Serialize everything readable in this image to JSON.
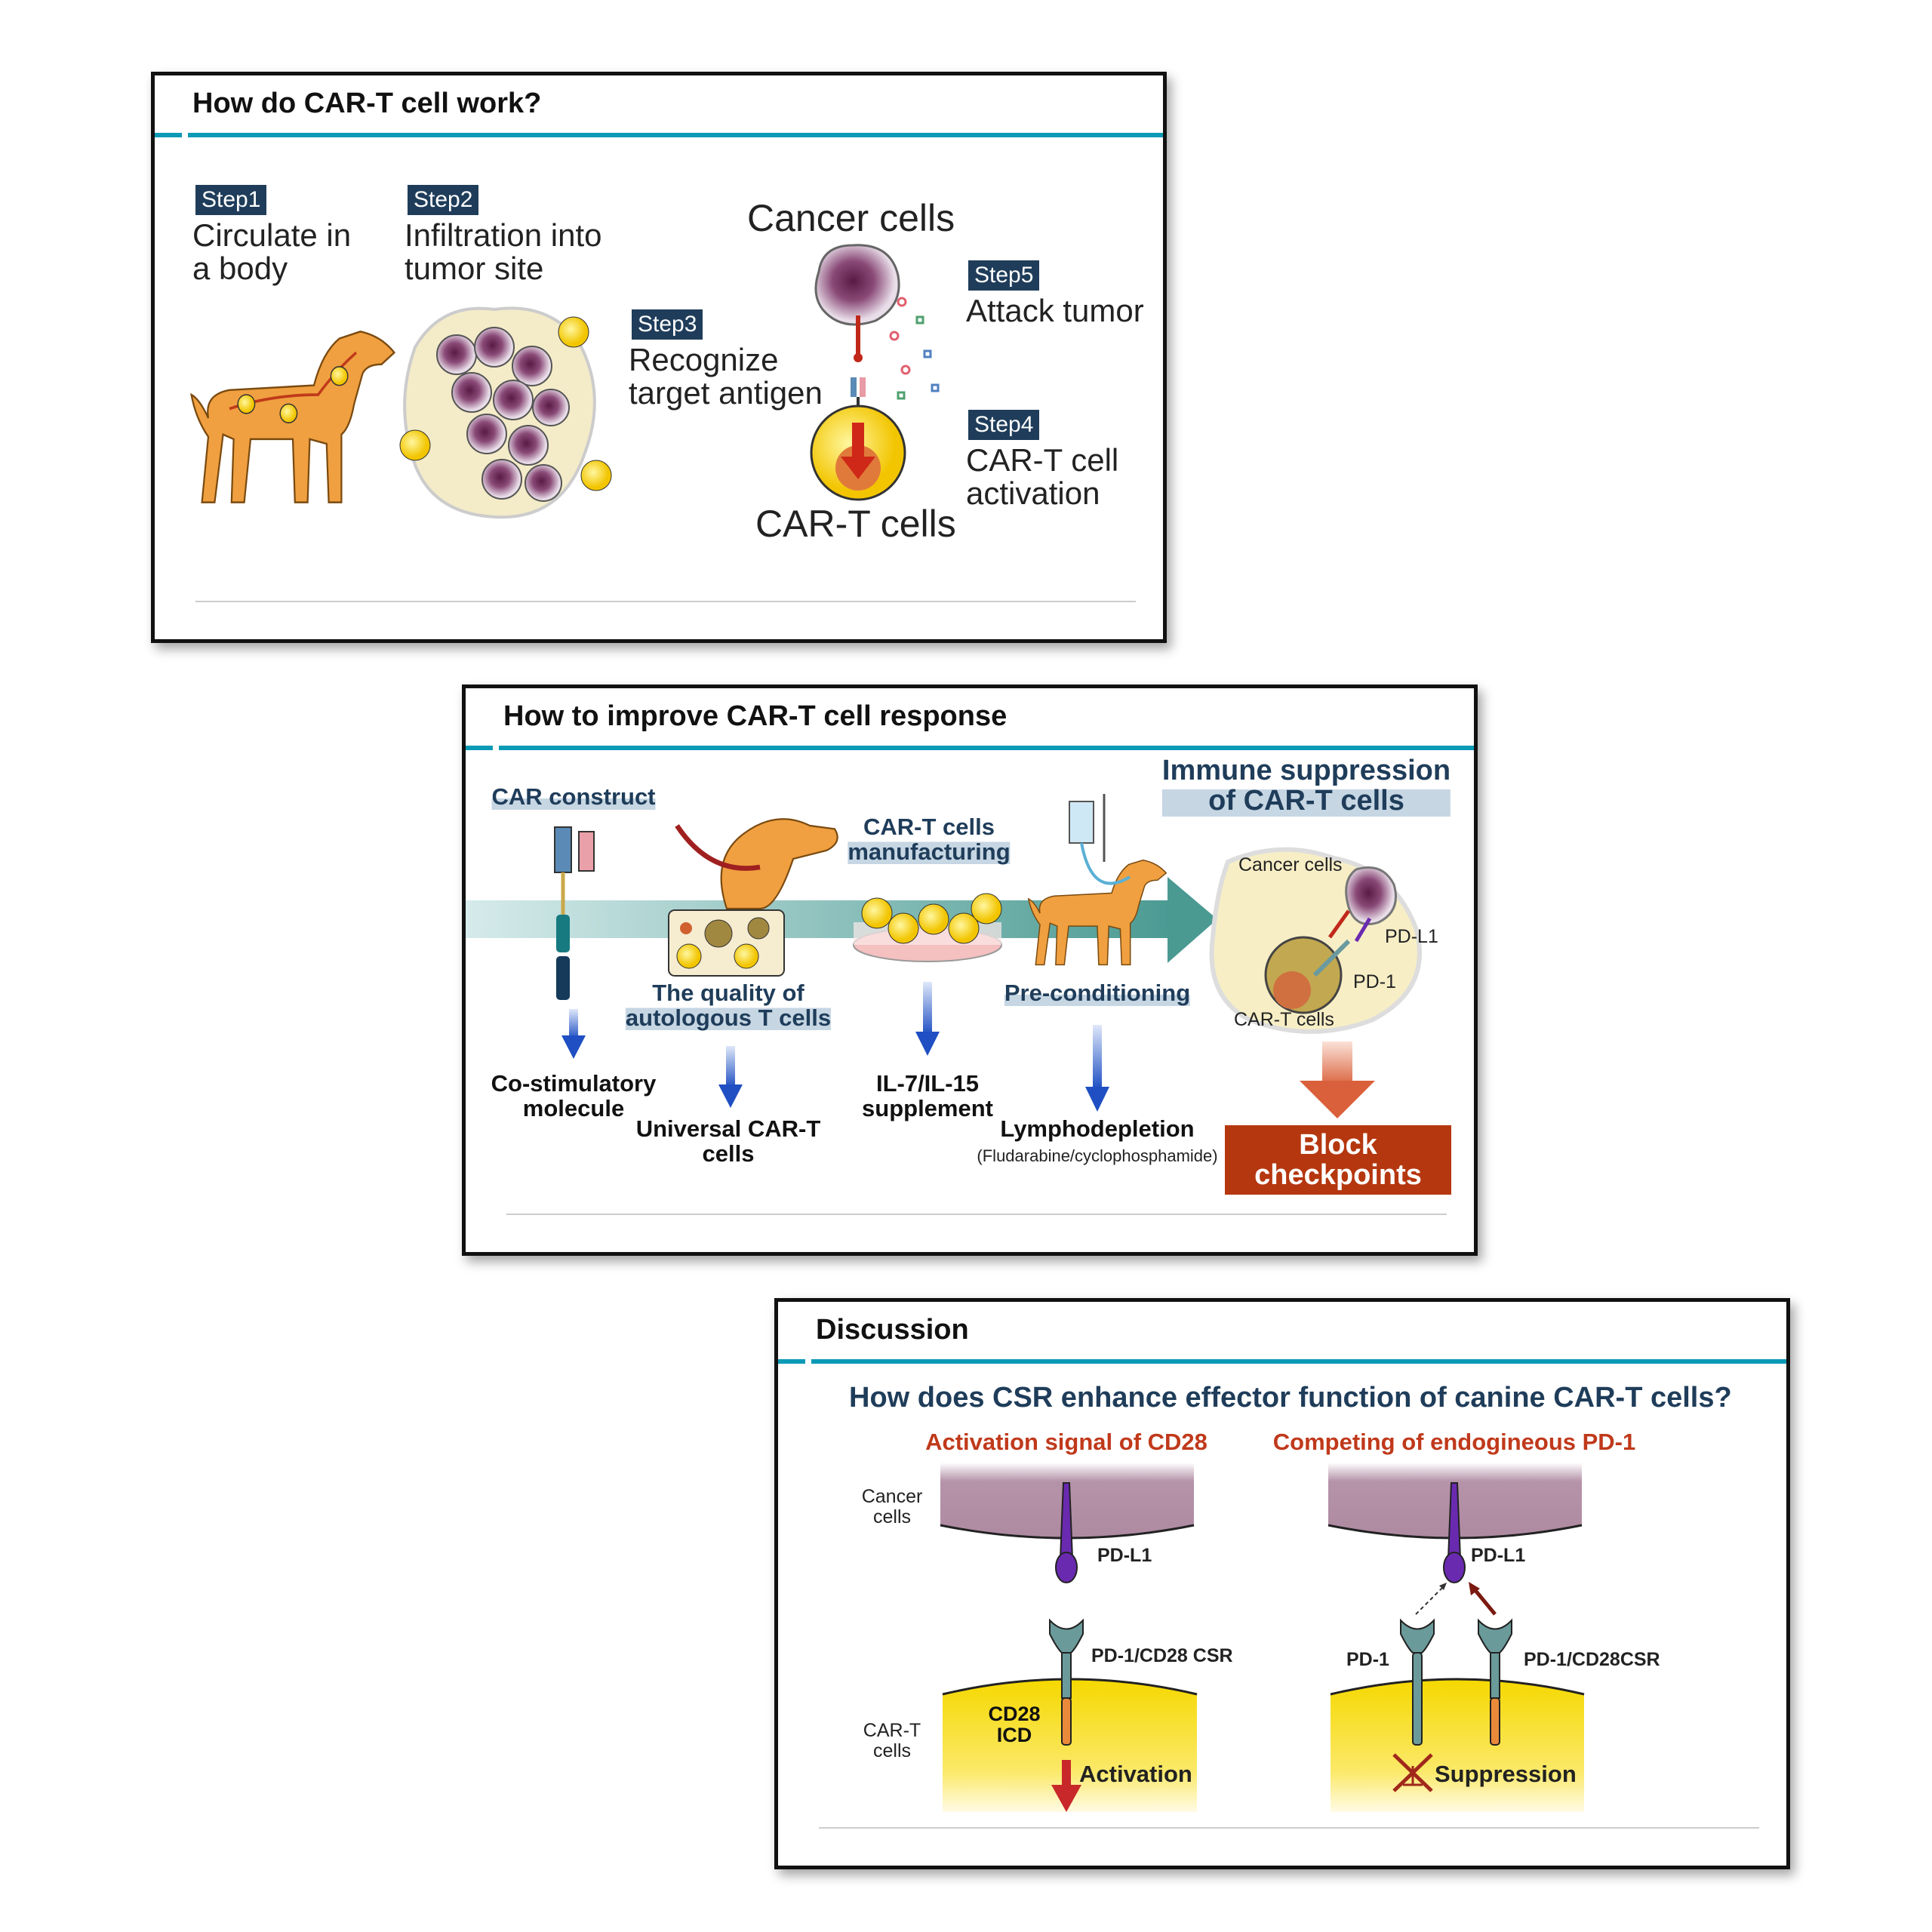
{
  "panel1": {
    "title": "How do CAR-T cell work?",
    "steps": [
      {
        "label": "Step1",
        "text": [
          "Circulate in",
          "a body"
        ]
      },
      {
        "label": "Step2",
        "text": [
          "Infiltration into",
          "tumor site"
        ]
      },
      {
        "label": "Step3",
        "text": [
          "Recognize",
          "target antigen"
        ]
      },
      {
        "label": "Step4",
        "text": [
          "CAR-T cell",
          "activation"
        ]
      },
      {
        "label": "Step5",
        "text": [
          "Attack tumor"
        ]
      }
    ],
    "cancer_label": "Cancer cells",
    "cart_label": "CAR-T cells"
  },
  "panel2": {
    "title": "How to improve CAR-T cell response",
    "car_construct": "CAR construct",
    "quality": [
      "The quality of",
      "autologous T cells"
    ],
    "manufacturing": [
      "CAR-T cells",
      "manufacturing"
    ],
    "preconditioning": "Pre-conditioning",
    "immune_suppression": [
      "Immune suppression",
      "of CAR-T cells"
    ],
    "inset": {
      "cancer": "Cancer cells",
      "pdl1": "PD-L1",
      "pd1": "PD-1",
      "cart": "CAR-T cells"
    },
    "costim": [
      "Co-stimulatory",
      "molecule"
    ],
    "universal": [
      "Universal CAR-T",
      "cells"
    ],
    "il": [
      "IL-7/IL-15",
      "supplement"
    ],
    "lympho": "Lymphodepletion",
    "lympho_note": "(Fludarabine/cyclophosphamide)",
    "block": [
      "Block",
      "checkpoints"
    ]
  },
  "panel3": {
    "title": "Discussion",
    "question": "How does CSR enhance effector function of canine CAR-T cells?",
    "left_heading": "Activation signal of CD28",
    "right_heading": "Competing of endogineous PD-1",
    "cancer_label": [
      "Cancer",
      "cells"
    ],
    "cart_label": [
      "CAR-T",
      "cells"
    ],
    "left": {
      "pdl1": "PD-L1",
      "csr": "PD-1/CD28 CSR",
      "icd": [
        "CD28",
        "ICD"
      ],
      "outcome": "Activation"
    },
    "right": {
      "pdl1": "PD-L1",
      "pd1": "PD-1",
      "csr": "PD-1/CD28CSR",
      "outcome": "Suppression"
    }
  },
  "colors": {
    "teal": "#0a9ab5",
    "navy": "#1f3d5a",
    "accent_red": "#c0391b",
    "block_bg": "#b5370f"
  }
}
